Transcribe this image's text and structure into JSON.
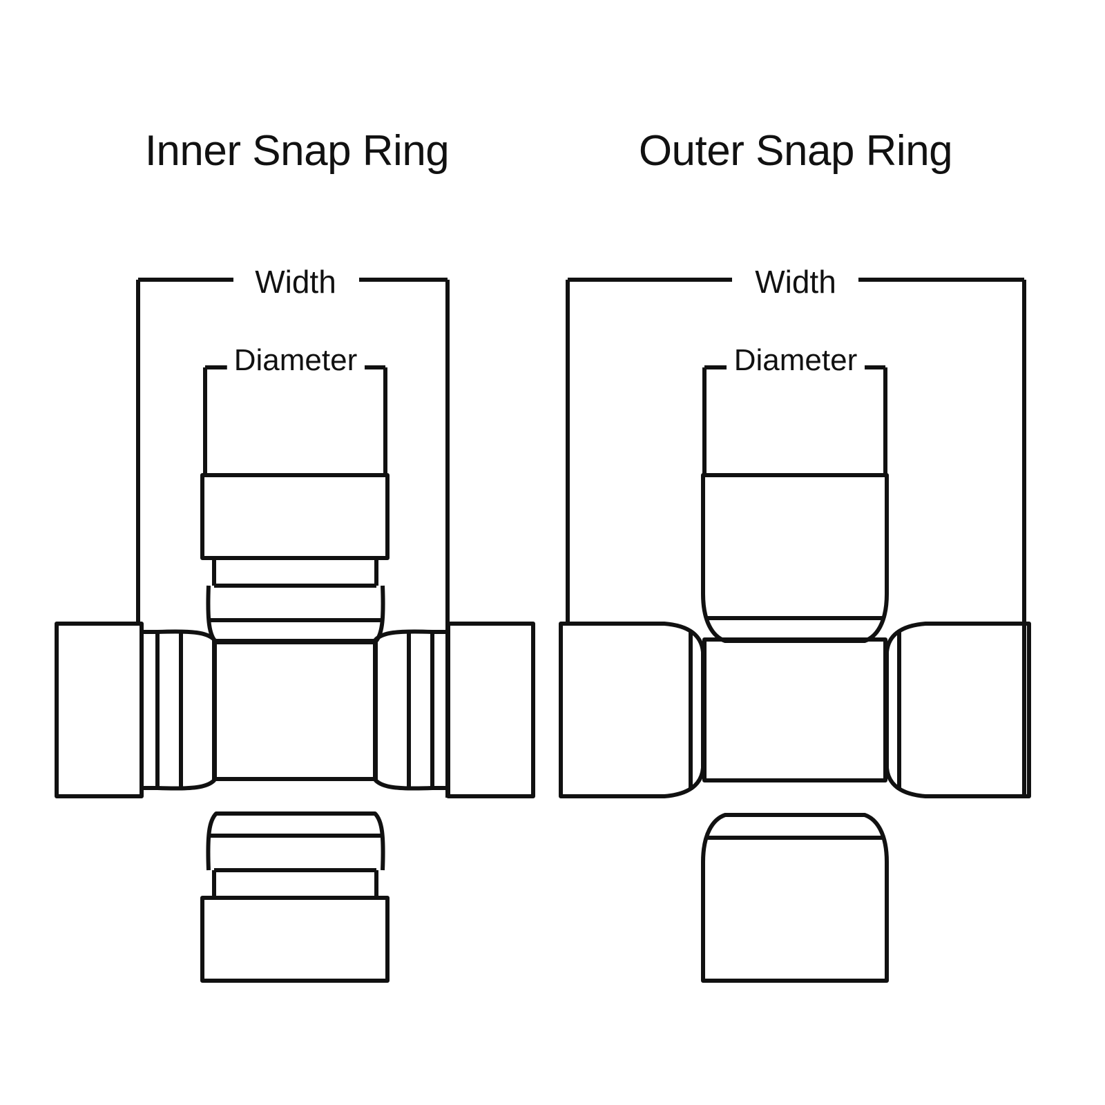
{
  "document": {
    "kind": "technical-line-diagram",
    "subject": "universal joint bearing cap measurement guide",
    "background_color": "#ffffff",
    "line_color": "#111111"
  },
  "panels": [
    {
      "id": "inner",
      "title": "Inner Snap Ring",
      "dimensions": {
        "width_label": "Width",
        "diameter_label": "Diameter"
      }
    },
    {
      "id": "outer",
      "title": "Outer Snap Ring",
      "dimensions": {
        "width_label": "Width",
        "diameter_label": "Diameter"
      }
    }
  ],
  "labels": {
    "title_inner": "Inner Snap Ring",
    "title_outer": "Outer Snap Ring",
    "width_left": "Width",
    "diameter_left": "Diameter",
    "width_right": "Width",
    "diameter_right": "Diameter"
  },
  "colors": {
    "stroke": "#111111",
    "fill": "#ffffff",
    "background": "#ffffff"
  }
}
